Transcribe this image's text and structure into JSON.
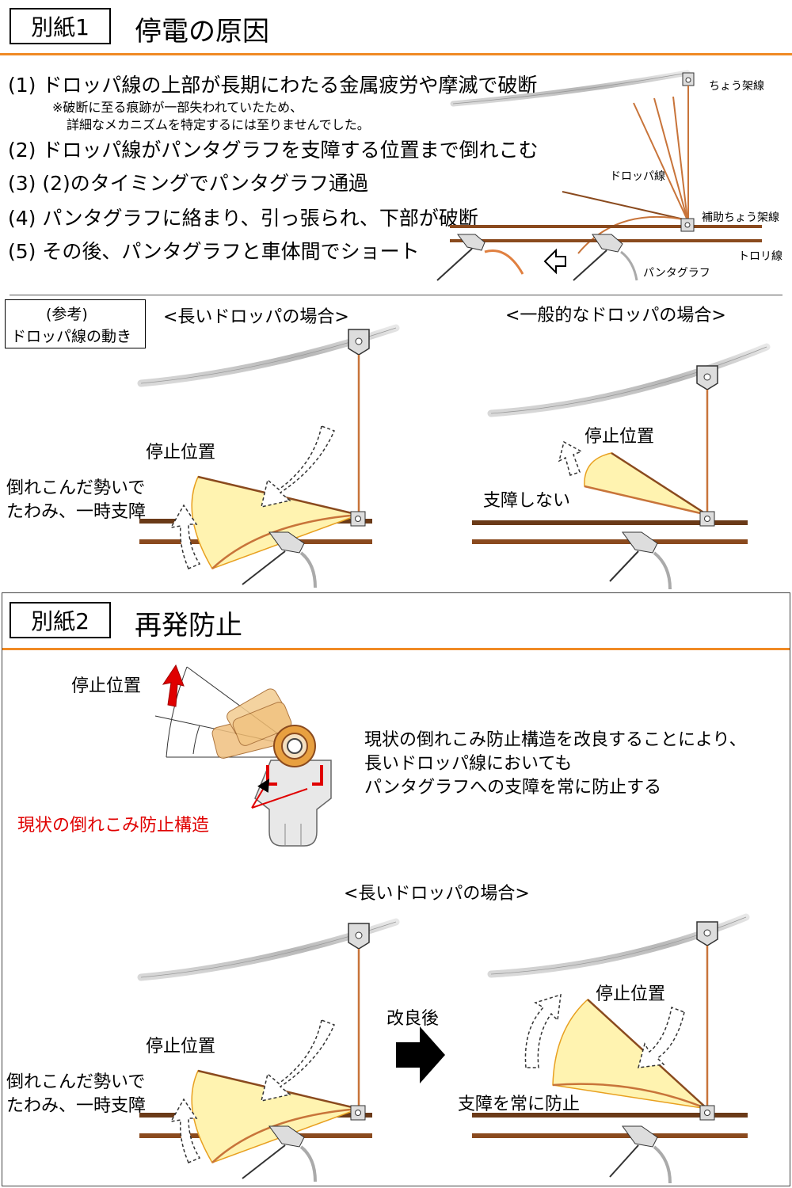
{
  "sheet1": {
    "tag": "別紙1",
    "title": "停電の原因",
    "items": [
      "(1) ドロッパ線の上部が長期にわたる金属疲労や摩滅で破断",
      "(2) ドロッパ線がパンタグラフを支障する位置まで倒れこむ",
      "(3) (2)のタイミングでパンタグラフ通過",
      "(4) パンタグラフに絡まり、引っ張られ、下部が破断",
      "(5) その後、パンタグラフと車体間でショート"
    ],
    "note_line1": "※破断に至る痕跡が一部失われていたため、",
    "note_line2": "詳細なメカニズムを特定するには至りませんでした。",
    "diagram_labels": {
      "messenger": "ちょう架線",
      "dropper": "ドロッパ線",
      "aux_messenger": "補助ちょう架線",
      "trolley": "トロリ線",
      "pantograph": "パンタグラフ"
    },
    "reference": {
      "line1": "(参考)",
      "line2": "ドロッパ線の動き"
    },
    "long_heading": "<長いドロッパの場合>",
    "general_heading": "<一般的なドロッパの場合>",
    "stop_position": "停止位置",
    "momentum_line1": "倒れこんだ勢いで",
    "momentum_line2": "たわみ、一時支障",
    "no_obstruction": "支障しない"
  },
  "sheet2": {
    "tag": "別紙2",
    "title": "再発防止",
    "stop_position": "停止位置",
    "current_structure": "現状の倒れこみ防止構造",
    "desc_line1": "現状の倒れこみ防止構造を改良することにより、",
    "desc_line2": "長いドロッパ線においても",
    "desc_line3": "パンタグラフへの支障を常に防止する",
    "long_heading": "<長いドロッパの場合>",
    "momentum_line1": "倒れこんだ勢いで",
    "momentum_line2": "たわみ、一時支障",
    "after_improvement": "改良後",
    "always_prevent": "支障を常に防止"
  },
  "colors": {
    "accent": "#f08a24",
    "highlight": "#e00000",
    "wire": "#8a4a1e",
    "dropper": "#c8743a",
    "fan": "#fff3b0"
  }
}
